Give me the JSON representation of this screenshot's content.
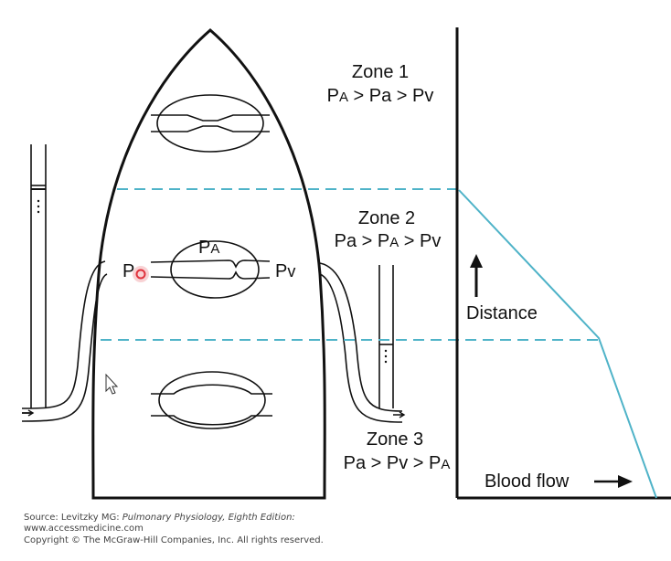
{
  "zones": [
    {
      "title": "Zone 1",
      "eq_parts": [
        "P",
        "A",
        " > Pa > Pv"
      ]
    },
    {
      "title": "Zone 2",
      "eq_parts": [
        "Pa > P",
        "A",
        " > Pv"
      ]
    },
    {
      "title": "Zone 3",
      "eq_parts": [
        "Pa > Pv > P",
        "A"
      ]
    }
  ],
  "vessel_labels": {
    "pa_main": "P",
    "pa_sub": "a",
    "pA_main": "P",
    "pA_sub": "A",
    "pv_main": "P",
    "pv_sub": "v"
  },
  "axis": {
    "distance": "Distance",
    "blood_flow": "Blood flow"
  },
  "footer": {
    "source_prefix": "Source: Levitzky MG: ",
    "source_title": "Pulmonary Physiology, Eighth Edition:",
    "url": "www.accessmedicine.com",
    "copyright": "Copyright © The McGraw-Hill Companies, Inc. All rights reserved."
  },
  "colors": {
    "dashed_line": "#4fb3c8",
    "flow_curve": "#4fb3c8",
    "marker": "#e0323c",
    "ink": "#111111"
  }
}
